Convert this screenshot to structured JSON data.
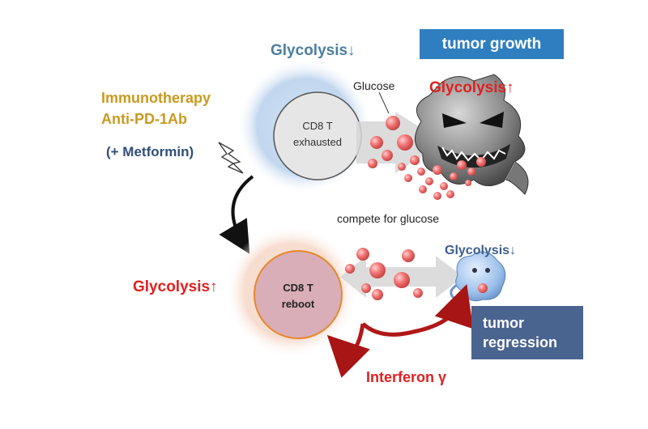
{
  "labels": {
    "glycolysis_down_top": "Glycolysis↓",
    "glycolysis_up_tumor": "Glycolysis↑",
    "glycolysis_up_tcell": "Glycolysis↑",
    "glycolysis_down_small": "Glycolysis↓",
    "glucose": "Glucose",
    "immunotherapy": "Immunotherapy",
    "anti_pd1": "Anti-PD-1Ab",
    "metformin": "(+ Metformin)",
    "compete": "compete for glucose",
    "interferon": "Interferon γ"
  },
  "cells": {
    "exhausted_line1": "CD8 T",
    "exhausted_line2": "exhausted",
    "reboot_line1": "CD8 T",
    "reboot_line2": "reboot"
  },
  "boxes": {
    "tumor_growth": "tumor growth",
    "tumor_regression_line1": "tumor",
    "tumor_regression_line2": "regression"
  },
  "colors": {
    "glycolysis_up": "#e02020",
    "glycolysis_down": "#4a7fa0",
    "immunotherapy": "#c99a1e",
    "metformin": "#2f4f7a",
    "tumor_growth_box": "#2f7fc0",
    "tumor_regression_box": "#4a6490",
    "interferon_arrow": "#b01818",
    "glucose_particle": "#f07070"
  }
}
